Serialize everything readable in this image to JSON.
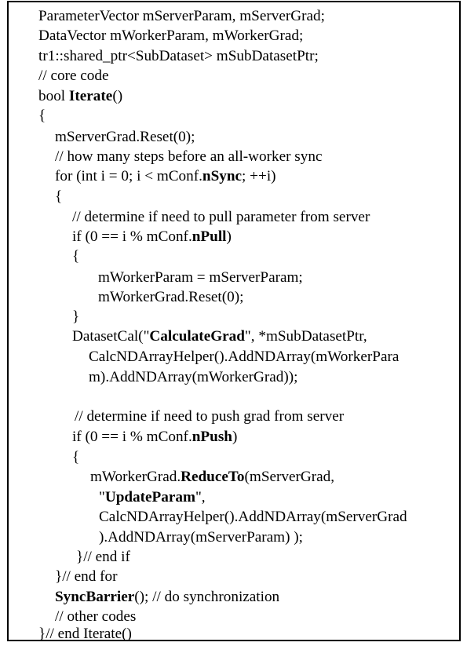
{
  "lines": [
    {
      "text": "ParameterVector mServerParam, mServerGrad;"
    },
    {
      "text": "DataVector mWorkerParam, mWorkerGrad;"
    },
    {
      "text": "tr1::shared_ptr<SubDataset> mSubDatasetPtr;"
    },
    {
      "text": "// core code"
    },
    {
      "pre": "bool ",
      "bold": "Iterate",
      "post": "()"
    },
    {
      "text": "{"
    },
    {
      "text": "mServerGrad.Reset(0);"
    },
    {
      "text": "// how many steps before an all-worker sync"
    },
    {
      "pre": "for (int i = 0; i < mConf.",
      "bold": "nSync",
      "post": "; ++i)"
    },
    {
      "text": "{"
    },
    {
      "text": "// determine if need to pull parameter from server"
    },
    {
      "pre": "if (0 == i % mConf.",
      "bold": "nPull",
      "post": ")"
    },
    {
      "text": "{"
    },
    {
      "text": "mWorkerParam = mServerParam;"
    },
    {
      "text": "mWorkerGrad.Reset(0);"
    },
    {
      "text": "}"
    },
    {
      "pre": "DatasetCal(\"",
      "bold": "CalculateGrad",
      "post": "\", *mSubDatasetPtr,"
    },
    {
      "text": "CalcNDArrayHelper().AddNDArray(mWorkerPara"
    },
    {
      "text": "m).AddNDArray(mWorkerGrad));"
    },
    {
      "text": "// determine if need to push grad from server"
    },
    {
      "pre": "if (0 == i % mConf.",
      "bold": "nPush",
      "post": ")"
    },
    {
      "text": "{"
    },
    {
      "pre": "mWorkerGrad.",
      "bold": "ReduceTo",
      "post": "(mServerGrad,"
    },
    {
      "pre": "\"",
      "bold": "UpdateParam",
      "post": "\","
    },
    {
      "text": "CalcNDArrayHelper().AddNDArray(mServerGrad"
    },
    {
      "text": ").AddNDArray(mServerParam) );"
    },
    {
      "text": "}// end if"
    },
    {
      "text": "}// end for"
    },
    {
      "pre": "",
      "bold": "SyncBarrier",
      "post": "(); // do synchronization"
    },
    {
      "text": "// other codes"
    },
    {
      "text": "}// end Iterate()"
    }
  ]
}
